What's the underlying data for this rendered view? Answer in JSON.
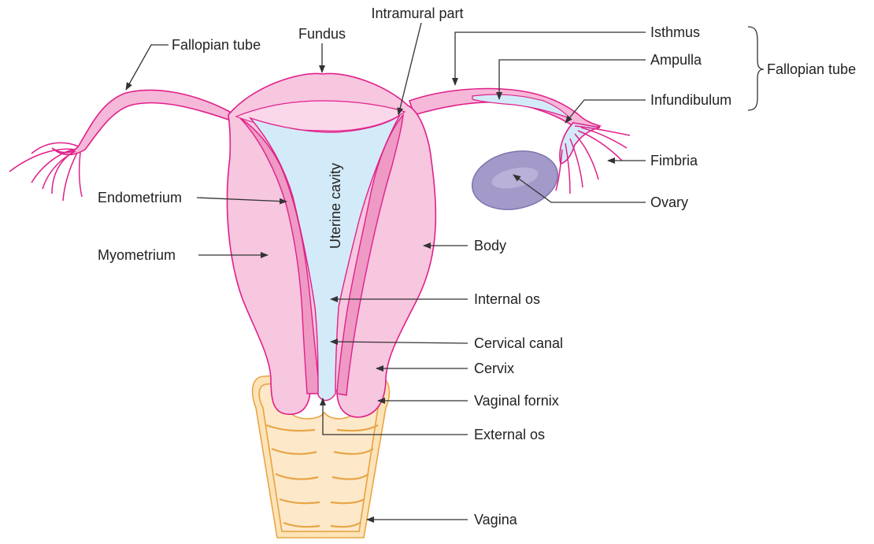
{
  "labels": {
    "fallopian_tube_left": "Fallopian tube",
    "fundus": "Fundus",
    "intramural_part": "Intramural part",
    "isthmus": "Isthmus",
    "ampulla": "Ampulla",
    "infundibulum": "Infundibulum",
    "fallopian_tube_group": "Fallopian tube",
    "fimbria": "Fimbria",
    "ovary": "Ovary",
    "endometrium": "Endometrium",
    "uterine_cavity": "Uterine cavity",
    "myometrium": "Myometrium",
    "body": "Body",
    "internal_os": "Internal os",
    "cervical_canal": "Cervical canal",
    "cervix": "Cervix",
    "vaginal_fornix": "Vaginal fornix",
    "external_os": "External os",
    "vagina": "Vagina"
  },
  "colors": {
    "uterus_outline": "#e0208a",
    "uterus_fill": "#f7c6df",
    "endometrium_fill": "#ee9ac4",
    "cavity_fill": "#d3ebf8",
    "vagina_fill": "#fde3b8",
    "ovary_fill": "#a49ac9"
  }
}
